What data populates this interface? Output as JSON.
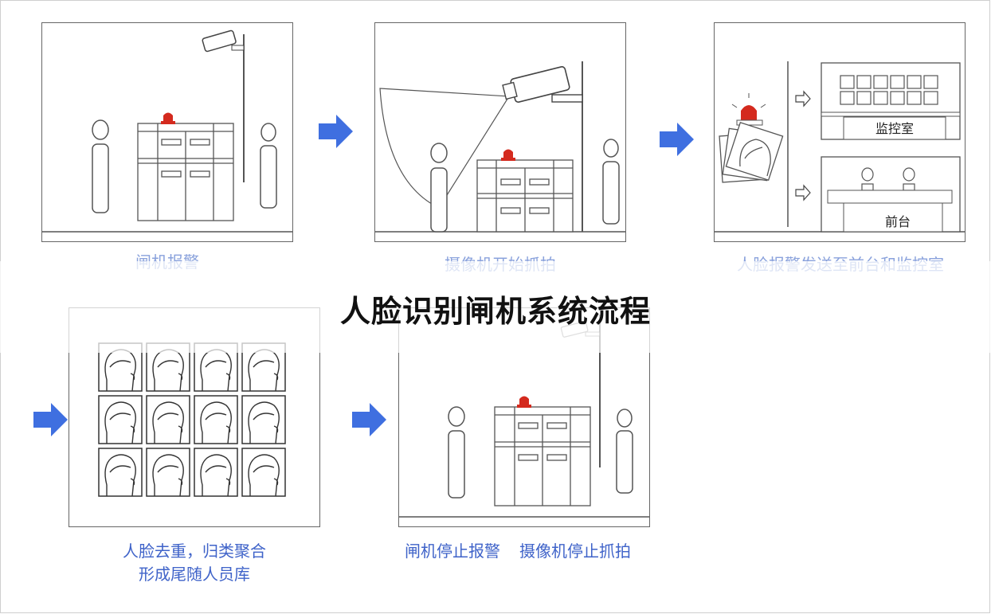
{
  "title": "人脸识别闸机系统流程",
  "steps": [
    {
      "caption": "闸机报警"
    },
    {
      "caption": "摄像机开始抓拍"
    },
    {
      "caption": "人脸报警发送至前台和监控室"
    },
    {
      "caption_line1": "人脸去重，归类聚合",
      "caption_line2": "形成尾随人员库"
    },
    {
      "caption_a": "闸机停止报警",
      "caption_b": "摄像机停止抓拍"
    }
  ],
  "rooms": {
    "monitor": "监控室",
    "front_desk": "前台"
  },
  "colors": {
    "accent": "#3f6fe0",
    "alarm": "#d42a1e",
    "caption": "#3f63c9"
  },
  "icons": [
    "arrow-right-icon",
    "alarm-light-icon",
    "camera-icon",
    "person-icon",
    "turnstile-icon",
    "face-icon"
  ]
}
